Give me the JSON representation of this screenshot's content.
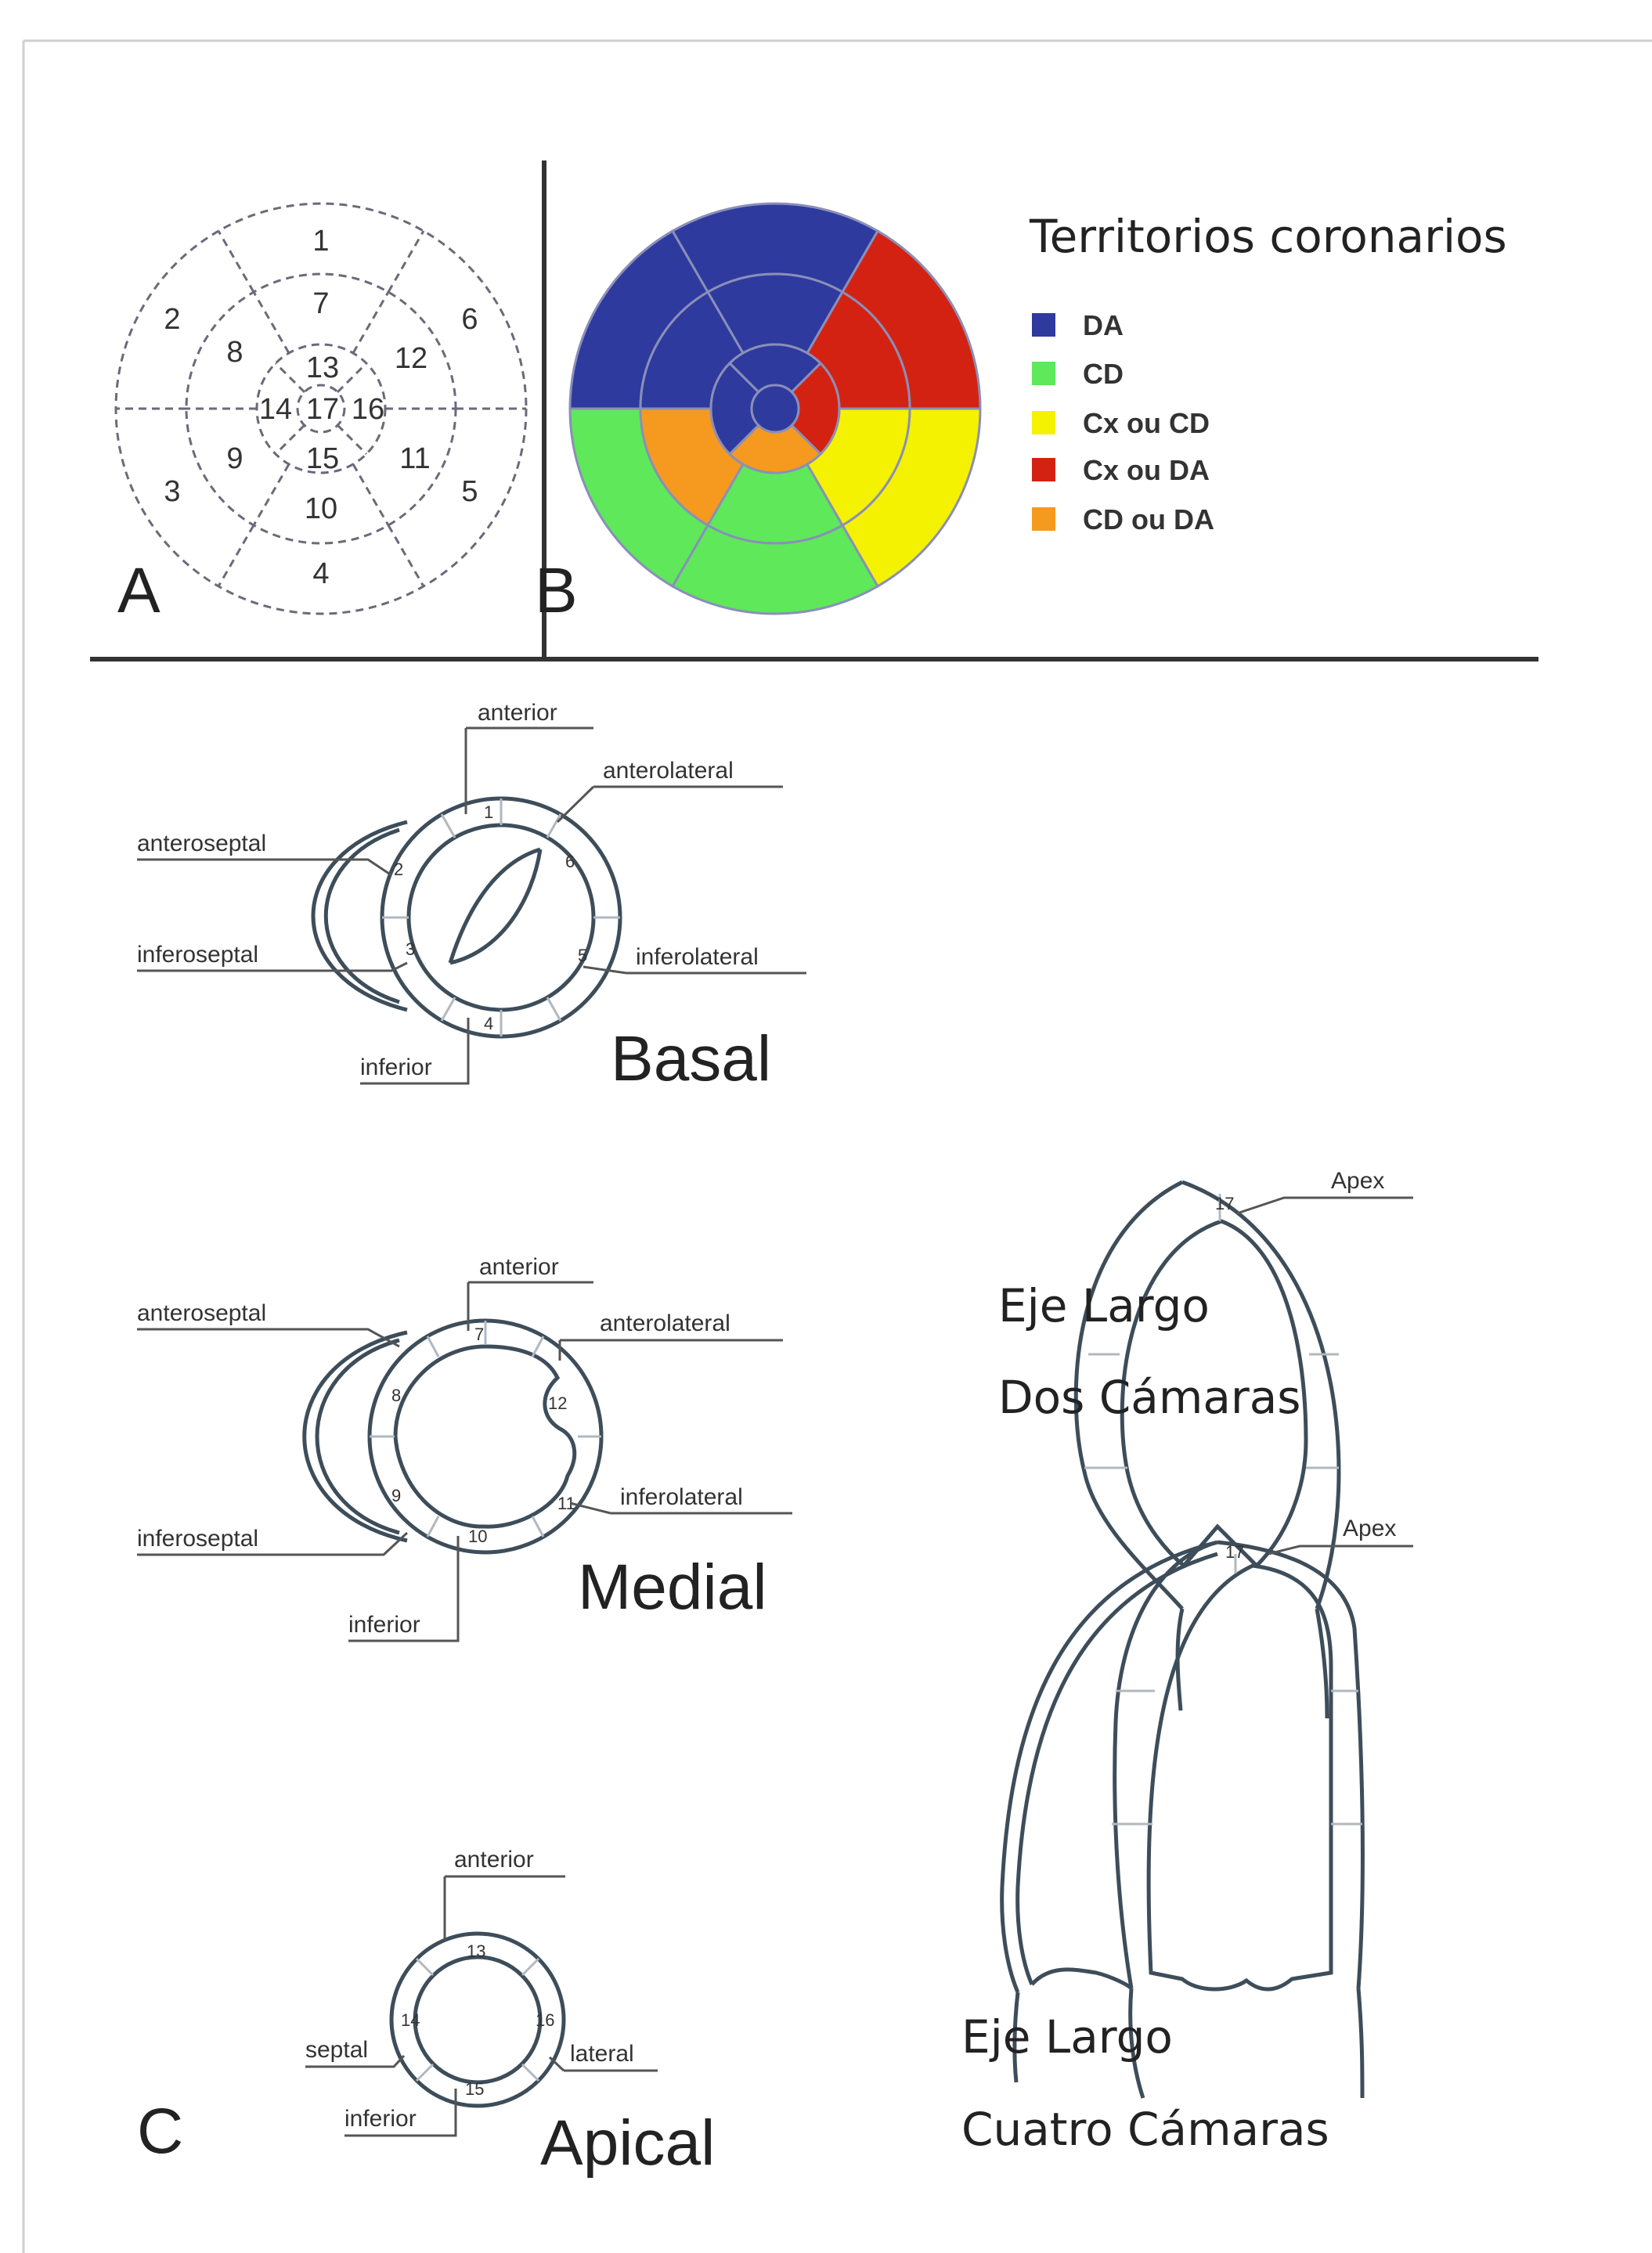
{
  "panel_a": {
    "letter": "A",
    "segments": [
      "1",
      "2",
      "3",
      "4",
      "5",
      "6",
      "7",
      "8",
      "9",
      "10",
      "11",
      "12",
      "13",
      "14",
      "15",
      "16",
      "17"
    ]
  },
  "panel_b": {
    "letter": "B",
    "legend_title": "Territorios coronarios",
    "legend": [
      {
        "label": "DA",
        "color": "#2e3a9e"
      },
      {
        "label": "CD",
        "color": "#5ee85a"
      },
      {
        "label": "Cx ou CD",
        "color": "#f4f200"
      },
      {
        "label": "Cx ou DA",
        "color": "#d42212"
      },
      {
        "label": "CD ou DA",
        "color": "#f59a1e"
      }
    ]
  },
  "panel_c": {
    "letter": "C",
    "basal": {
      "title": "Basal",
      "labels": [
        "anterior",
        "anterolateral",
        "anteroseptal",
        "inferoseptal",
        "inferolateral",
        "inferior"
      ],
      "segments": [
        "1",
        "2",
        "3",
        "4",
        "5",
        "6"
      ]
    },
    "medial": {
      "title": "Medial",
      "labels": [
        "anterior",
        "anterolateral",
        "anteroseptal",
        "inferolateral",
        "inferoseptal",
        "inferior"
      ],
      "segments": [
        "7",
        "8",
        "9",
        "10",
        "11",
        "12"
      ]
    },
    "apical": {
      "title": "Apical",
      "labels": [
        "anterior",
        "septal",
        "lateral",
        "inferior"
      ],
      "segments": [
        "13",
        "14",
        "15",
        "16"
      ]
    },
    "two_chamber": {
      "apex_label": "Apex",
      "segment": "17",
      "title_line1": "Eje Largo",
      "title_line2": "Dos Cámaras"
    },
    "four_chamber": {
      "apex_label": "Apex",
      "segment": "17",
      "title_line1": "Eje Largo",
      "title_line2": "Cuatro Cámaras"
    }
  }
}
